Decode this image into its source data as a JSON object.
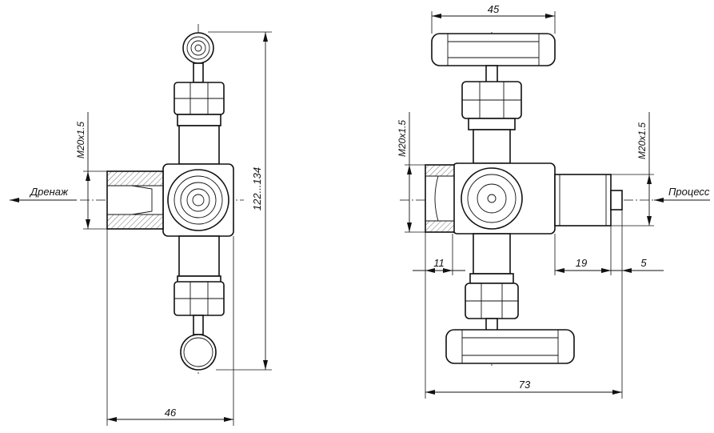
{
  "left_view": {
    "drain_label": "Дренаж",
    "thread_label": "M20x1.5",
    "height_label": "122...134",
    "width_label": "46"
  },
  "right_view": {
    "handle_width_label": "45",
    "thread_left_label": "M20x1.5",
    "thread_right_label": "M20x1.5",
    "process_label": "Процесс",
    "dim_11_label": "11",
    "dim_19_label": "19",
    "dim_5_label": "5",
    "total_width_label": "73"
  }
}
